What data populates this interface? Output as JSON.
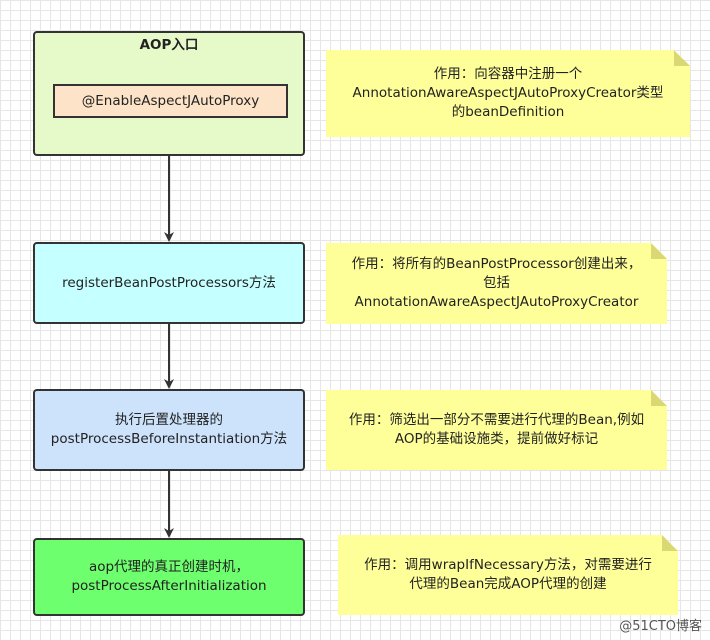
{
  "boxes": {
    "entry_title": "AOP入口",
    "entry_inner": "@EnableAspectJAutoProxy",
    "register": "registerBeanPostProcessors方法",
    "before": "执行后置处理器的\npostProcessBeforeInstantiation方法",
    "after": "aop代理的真正创建时机，\npostProcessAfterInitialization"
  },
  "notes": {
    "note1": "作用：向容器中注册一个\nAnnotationAwareAspectJAutoProxyCreator类型\n的beanDefinition",
    "note2": "作用：将所有的BeanPostProcessor创建出来，\n包括\nAnnotationAwareAspectJAutoProxyCreator",
    "note3": "作用：筛选出一部分不需要进行代理的Bean,例如\nAOP的基础设施类，提前做好标记",
    "note4": "作用：调用wrapIfNecessary方法，对需要进行\n代理的Bean完成AOP代理的创建"
  },
  "watermark": "@51CTO博客"
}
